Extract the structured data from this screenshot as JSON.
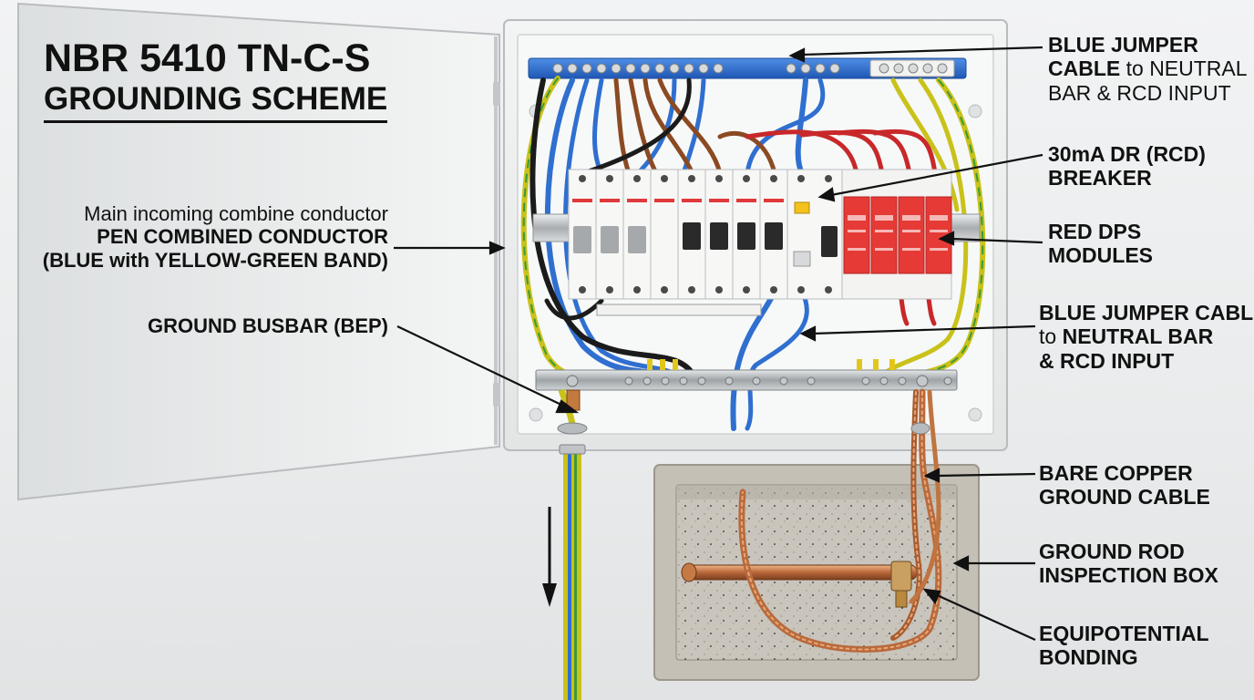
{
  "title": {
    "line1": "NBR 5410 TN-C-S",
    "line2": "GROUNDING SCHEME"
  },
  "labels": {
    "pen": {
      "line1": "Main incoming combine conductor",
      "line2": "PEN COMBINED CONDUCTOR",
      "line3": "(BLUE with YELLOW-GREEN BAND)"
    },
    "ground_busbar": "GROUND BUSBAR (BEP)",
    "blue_jumper_top": {
      "line1_bold": "BLUE JUMPER",
      "line2_bold": "CABLE",
      "line2_rest": " to NEUTRAL",
      "line3": "BAR & RCD INPUT"
    },
    "rcd": {
      "line1": "30mA DR (RCD)",
      "line2": "BREAKER"
    },
    "dps": {
      "line1": "RED DPS",
      "line2": "MODULES"
    },
    "blue_jumper_mid": {
      "line1": "BLUE JUMPER CABLE",
      "line2_pre": "to ",
      "line2_bold": "NEUTRAL BAR",
      "line3": "& RCD INPUT"
    },
    "bare_copper": {
      "line1": "BARE COPPER",
      "line2": "GROUND CABLE"
    },
    "ground_rod": {
      "line1": "GROUND ROD",
      "line2": "INSPECTION BOX"
    },
    "equipotential": {
      "line1": "EQUIPOTENTIAL",
      "line2": "BONDING"
    }
  },
  "colors": {
    "neutral_blue": "#2f6fd0",
    "phase_brown": "#8b4a22",
    "phase_black": "#1b1b1b",
    "phase_red": "#c8282a",
    "ground_green_yellow": "#c9c21a",
    "dps_red": "#e53a36",
    "copper": "#b86a3c",
    "enclosure": "#eceeee",
    "concrete": "#c9c5bc"
  },
  "icons": {
    "down_arrow": "arrow-down-icon"
  }
}
